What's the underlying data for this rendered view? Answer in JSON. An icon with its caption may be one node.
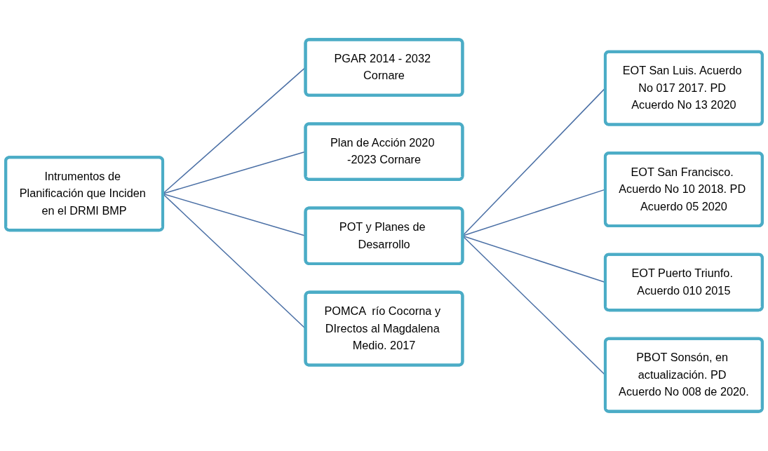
{
  "diagram": {
    "nodes": [
      {
        "text": [
          "Intrumentos de Planificación que Inciden en el DRMI BMP"
        ]
      },
      {
        "text": [
          "PGAR 2014 - 2032 Cornare"
        ]
      },
      {
        "text": [
          "Plan de Acción 2020 -2023 Cornare"
        ]
      },
      {
        "text": [
          "POT y Planes de Desarrollo"
        ]
      },
      {
        "text": [
          "POMCA  río Cocorna y DIrectos al Magdalena Medio. 2017"
        ]
      },
      {
        "text": [
          "EOT San Luis. Acuerdo No 017 2017. PD Acuerdo No 13 2020"
        ]
      },
      {
        "text": [
          "EOT San Francisco. Acuerdo No 10 2018. PD Acuerdo 05 2020"
        ]
      },
      {
        "text": [
          "EOT Puerto Triunfo. Acuerdo 010 2015"
        ]
      },
      {
        "text": [
          "PBOT Sonsón, en actualización. PD Acuerdo No 008 de 2020."
        ]
      }
    ],
    "edges": [
      {
        "from": 0,
        "to": 1,
        "arrow": "none"
      },
      {
        "from": 0,
        "to": 2,
        "arrow": "none"
      },
      {
        "from": 0,
        "to": 3,
        "arrow": "none"
      },
      {
        "from": 0,
        "to": 4,
        "arrow": "none"
      },
      {
        "from": 3,
        "to": 5,
        "arrow": "none"
      },
      {
        "from": 3,
        "to": 6,
        "arrow": "none"
      },
      {
        "from": 3,
        "to": 7,
        "arrow": "none"
      },
      {
        "from": 3,
        "to": 8,
        "arrow": "none"
      }
    ]
  }
}
